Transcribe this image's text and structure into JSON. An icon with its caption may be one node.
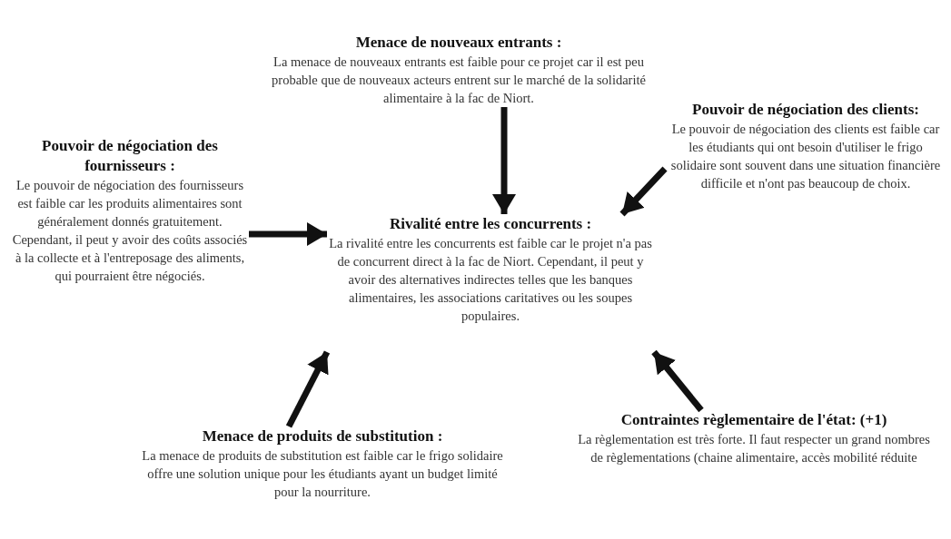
{
  "diagram": {
    "nodes": [
      {
        "text": [
          "Menace de nouveaux entrants :",
          "La menace de nouveaux entrants est faible pour ce projet car il est peu probable que de nouveaux acteurs entrent sur le marché de la solidarité alimentaire à la fac de Niort."
        ]
      },
      {
        "text": [
          "Pouvoir de négociation des clients:",
          "Le pouvoir de négociation des clients est faible car les étudiants qui ont besoin d'utiliser le frigo solidaire sont souvent dans une situation financière difficile et n'ont pas beaucoup de choix."
        ]
      },
      {
        "text": [
          "Pouvoir de négociation des fournisseurs :",
          "Le pouvoir de négociation des fournisseurs est faible car les produits alimentaires sont généralement donnés gratuitement. Cependant, il peut y avoir des coûts associés à la collecte et à l'entreposage des aliments, qui pourraient être négociés."
        ]
      },
      {
        "text": [
          "Rivalité entre les concurrents :",
          "La rivalité entre les concurrents est faible car le projet n'a pas de concurrent direct à la fac de Niort. Cependant, il peut y avoir des alternatives indirectes telles que les banques alimentaires, les associations caritatives ou les soupes populaires."
        ]
      },
      {
        "text": [
          "Menace de produits de substitution :",
          "La menace de produits de substitution est faible car le frigo solidaire offre une solution unique pour les étudiants ayant un budget limité pour la nourriture."
        ]
      },
      {
        "text": [
          "Contraintes règlementaire de l'état: (+1)",
          "La règlementation est très forte. Il faut respecter un grand nombres de règlementations (chaine alimentaire, accès mobilité réduite"
        ]
      }
    ],
    "edges": [
      {
        "from": 0,
        "to": 3,
        "arrow": "to"
      },
      {
        "from": 1,
        "to": 3,
        "arrow": "to"
      },
      {
        "from": 2,
        "to": 3,
        "arrow": "to"
      },
      {
        "from": 4,
        "to": 3,
        "arrow": "to"
      },
      {
        "from": 5,
        "to": 3,
        "arrow": "to"
      }
    ]
  }
}
